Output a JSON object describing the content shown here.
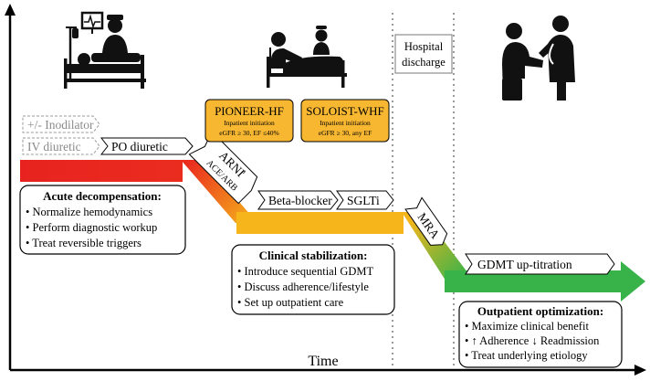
{
  "axis": {
    "time_label": "Time"
  },
  "discharge": {
    "label_line1": "Hospital",
    "label_line2": "discharge"
  },
  "therapies": {
    "inodilator": "+/- Inodilator",
    "iv_diuretic": "IV diuretic",
    "po_diuretic": "PO diuretic",
    "arni": "ARNI",
    "arni_sup": "a",
    "ace_arb": "ACE/ARB",
    "beta_blocker": "Beta-blocker",
    "sglti": "SGLTi",
    "mra": "MRA",
    "gdmt_uptitration": "GDMT up-titration"
  },
  "trials": [
    {
      "name": "PIONEER-HF",
      "line1": "Inpatient initiation",
      "line2": "eGFR ≥ 30, EF ≤40%"
    },
    {
      "name": "SOLOIST-WHF",
      "line1": "Inpatient initiation",
      "line2": "eGFR ≥ 30, any EF"
    }
  ],
  "phases": {
    "acute": {
      "title": "Acute decompensation:",
      "items": [
        "• Normalize hemodynamics",
        "• Perform diagnostic workup",
        "• Treat reversible triggers"
      ]
    },
    "stabilization": {
      "title": "Clinical stabilization:",
      "items": [
        "• Introduce sequential GDMT",
        "• Discuss adherence/lifestyle",
        "• Set up outpatient care"
      ]
    },
    "outpatient": {
      "title": "Outpatient optimization:",
      "items": [
        "• Maximize clinical benefit",
        "• ↑ Adherence ↓ Readmission",
        "• Treat underlying etiology"
      ]
    }
  },
  "colors": {
    "acute": "#e8231f",
    "stabilization": "#f5b51b",
    "outpatient": "#37b34a",
    "trial_fill": "#f7b731"
  },
  "icons": [
    "icu-patient-icon",
    "hospital-bed-patient-icon",
    "outpatient-visit-icon"
  ]
}
